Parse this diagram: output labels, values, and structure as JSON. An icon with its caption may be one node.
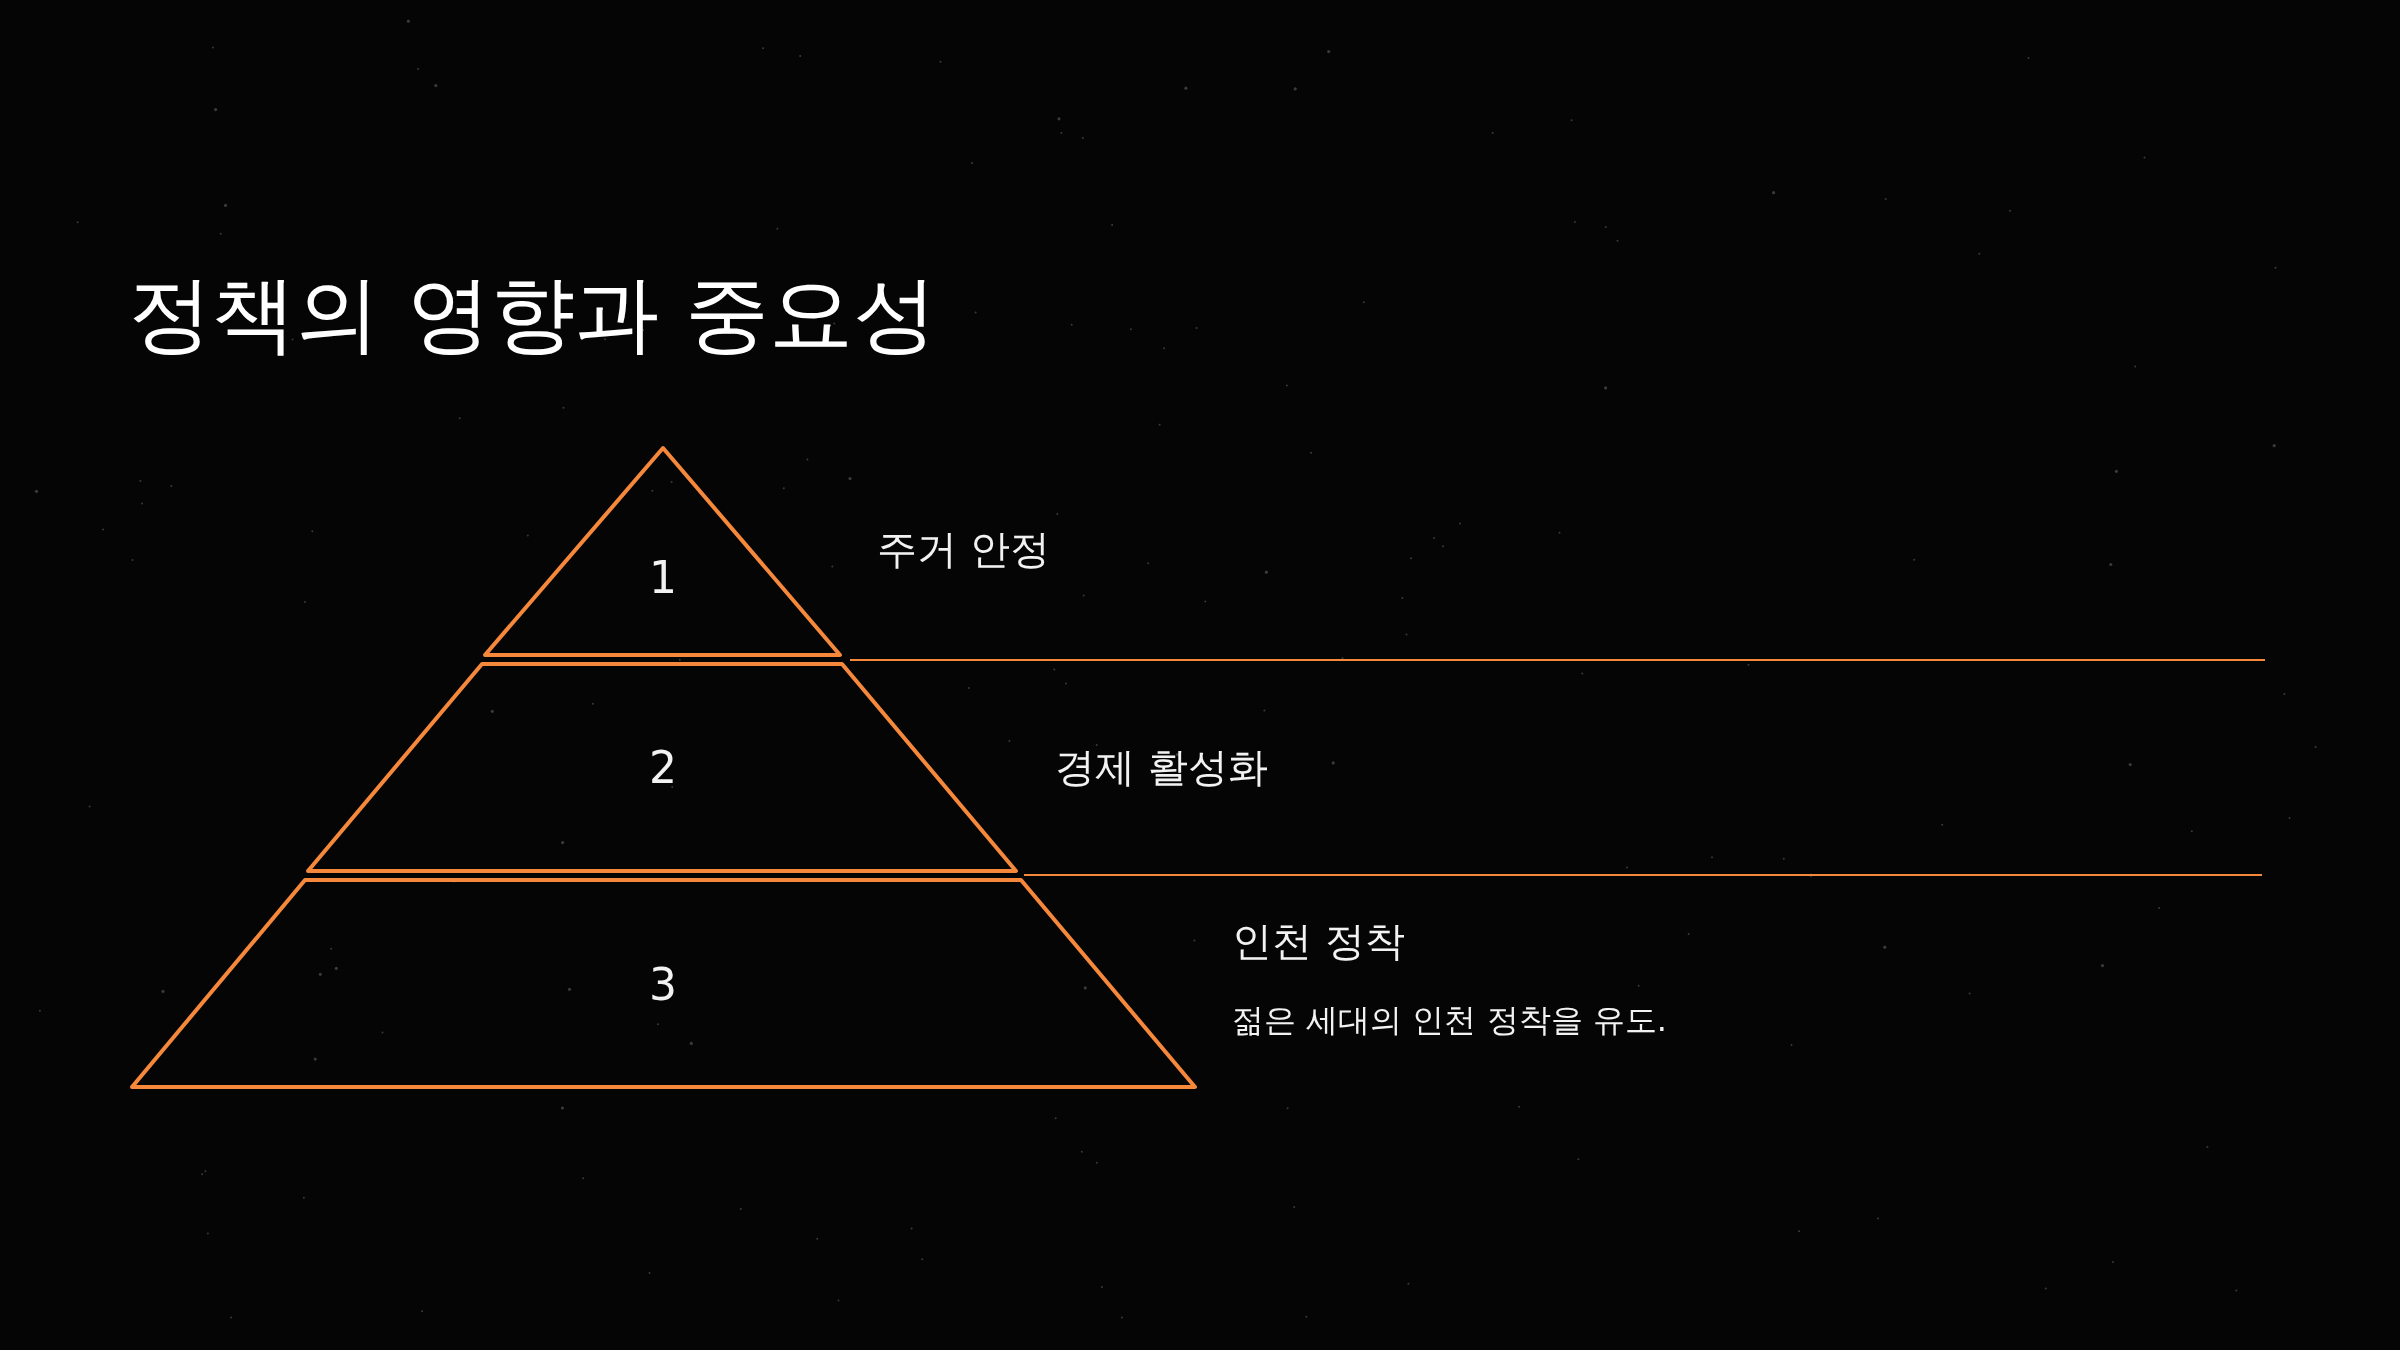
{
  "diagram": {
    "title": "정책의 영향과 중요성",
    "nodes": [
      {
        "text": [
          "1"
        ],
        "beside": [
          "주거 안정"
        ]
      },
      {
        "text": [
          "2"
        ],
        "beside": [
          "경제 활성화"
        ]
      },
      {
        "text": [
          "3"
        ],
        "beside": [
          "인천 정착",
          "젊은 세대의 인천 정착을 유도."
        ]
      }
    ]
  }
}
